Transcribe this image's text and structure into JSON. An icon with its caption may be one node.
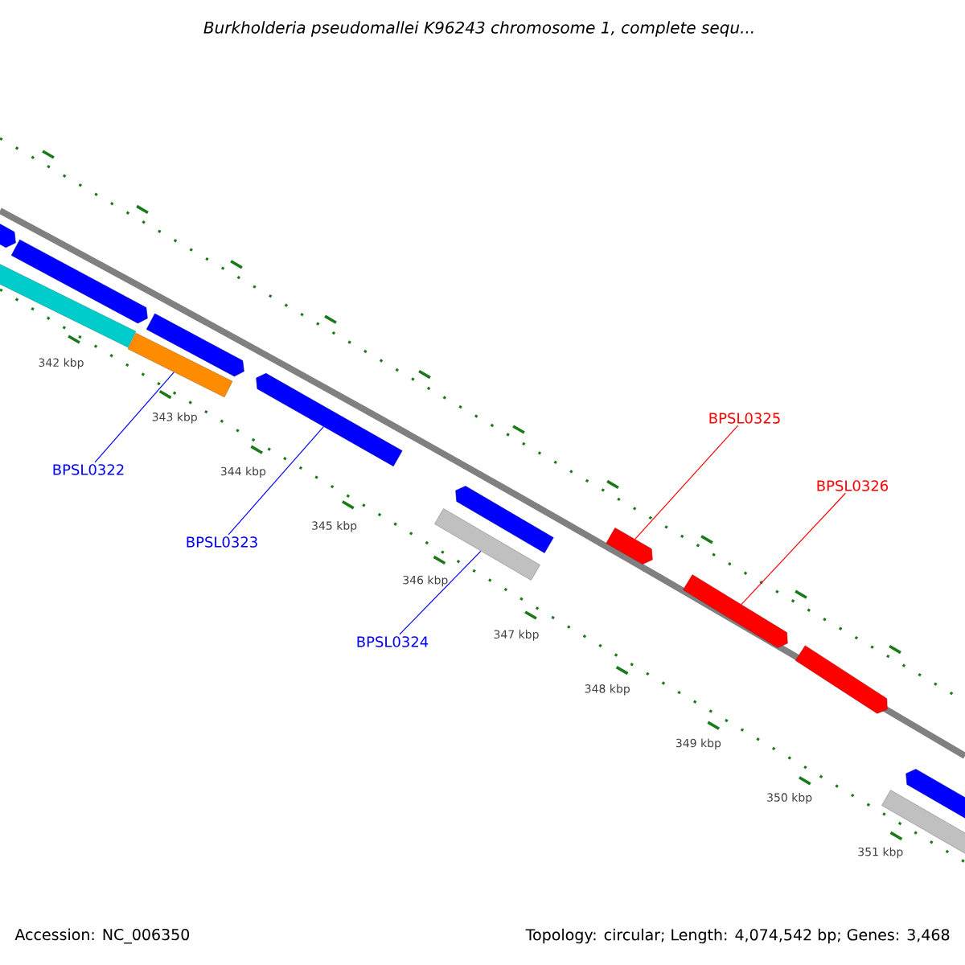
{
  "diagram": {
    "title": "Burkholderia pseudomallei K96243 chromosome 1, complete sequ...",
    "nodes": [
      {
        "text": [
          "BPSL0322"
        ]
      },
      {
        "text": [
          "BPSL0323"
        ]
      },
      {
        "text": [
          "BPSL0324"
        ]
      },
      {
        "text": [
          "BPSL0325"
        ]
      },
      {
        "text": [
          "BPSL0326"
        ]
      },
      {
        "text": [],
        "shape": "bar"
      },
      {
        "text": [],
        "shape": "bar"
      },
      {
        "text": [],
        "shape": "bar"
      },
      {
        "text": [],
        "shape": "bar"
      },
      {
        "text": [],
        "shape": "bar"
      },
      {
        "text": [],
        "shape": "bar"
      },
      {
        "text": [],
        "shape": "bar"
      },
      {
        "text": [],
        "shape": "bar"
      },
      {
        "text": [],
        "shape": "bar"
      },
      {
        "text": [],
        "shape": "bar"
      },
      {
        "text": [],
        "shape": "bar"
      },
      {
        "text": [],
        "shape": "bar"
      },
      {
        "text": [],
        "shape": "bar"
      }
    ],
    "edges": [
      {
        "from": 0,
        "to": 8,
        "arrow": "none"
      },
      {
        "from": 1,
        "to": 10,
        "arrow": "none"
      },
      {
        "from": 2,
        "to": 11,
        "arrow": "none"
      },
      {
        "from": 3,
        "to": 13,
        "arrow": "none",
        "color": "#ff0000"
      },
      {
        "from": 4,
        "to": 14,
        "arrow": "none",
        "color": "#ff0000"
      }
    ],
    "labels": [
      "342 kbp",
      "343 kbp",
      "344 kbp",
      "345 kbp",
      "346 kbp",
      "347 kbp",
      "348 kbp",
      "349 kbp",
      "350 kbp",
      "351 kbp",
      "Accession: NC_006350",
      "Topology: circular; Length: 4,074,542 bp; Genes: 3,468"
    ]
  }
}
